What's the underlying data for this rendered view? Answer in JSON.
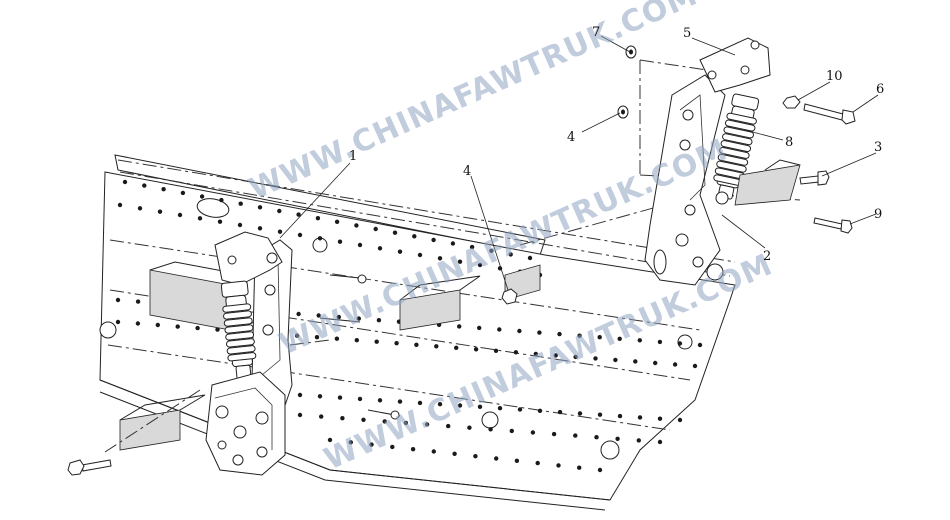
{
  "watermark": {
    "text": "WWW.CHINAFAWTRUK.COM",
    "color": "#8fa3c2"
  },
  "callouts": [
    {
      "id": "c1",
      "label": "1"
    },
    {
      "id": "c2",
      "label": "2"
    },
    {
      "id": "c3",
      "label": "3"
    },
    {
      "id": "c4a",
      "label": "4"
    },
    {
      "id": "c4b",
      "label": "4"
    },
    {
      "id": "c5",
      "label": "5"
    },
    {
      "id": "c6",
      "label": "6"
    },
    {
      "id": "c7",
      "label": "7"
    },
    {
      "id": "c8",
      "label": "8"
    },
    {
      "id": "c9",
      "label": "9"
    },
    {
      "id": "c10",
      "label": "10"
    }
  ]
}
